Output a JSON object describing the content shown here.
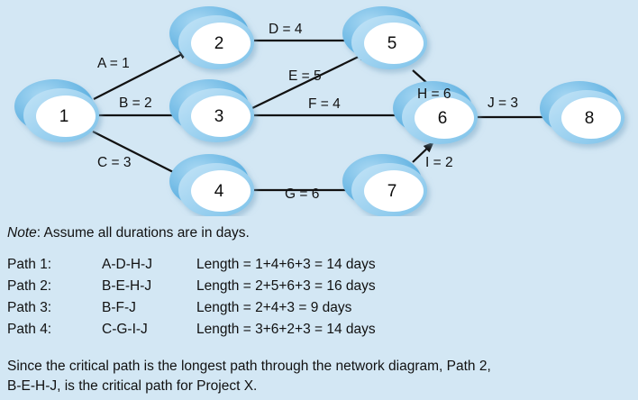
{
  "nodes": [
    "1",
    "2",
    "3",
    "4",
    "5",
    "6",
    "7",
    "8"
  ],
  "activities": [
    {
      "label": "A = 1",
      "from": "1",
      "to": "2"
    },
    {
      "label": "B = 2",
      "from": "1",
      "to": "3"
    },
    {
      "label": "C = 3",
      "from": "1",
      "to": "4"
    },
    {
      "label": "D = 4",
      "from": "2",
      "to": "5"
    },
    {
      "label": "E = 5",
      "from": "3",
      "to": "5"
    },
    {
      "label": "F = 4",
      "from": "3",
      "to": "6"
    },
    {
      "label": "G = 6",
      "from": "4",
      "to": "7"
    },
    {
      "label": "H = 6",
      "from": "5",
      "to": "6"
    },
    {
      "label": "I = 2",
      "from": "7",
      "to": "6"
    },
    {
      "label": "J = 3",
      "from": "6",
      "to": "8"
    }
  ],
  "note": {
    "label": "Note",
    "text": ":   Assume all durations are in days."
  },
  "paths": [
    {
      "name": "Path 1:",
      "seq": "A-D-H-J",
      "length": "Length = 1+4+6+3 = 14 days"
    },
    {
      "name": "Path 2:",
      "seq": "B-E-H-J",
      "length": "Length = 2+5+6+3 = 16 days"
    },
    {
      "name": "Path 3:",
      "seq": "B-F-J",
      "length": "Length = 2+4+3 = 9 days"
    },
    {
      "name": "Path 4:",
      "seq": "C-G-I-J",
      "length": "Length = 3+6+2+3 = 14 days"
    }
  ],
  "conclusion": [
    "Since the critical path is the longest path through the network diagram, Path 2,",
    "B-E-H-J, is the critical path for Project X."
  ],
  "colors": {
    "background": "#d3e7f4",
    "node_outer": "#6ab8e6",
    "node_inner": "#ffffff"
  }
}
